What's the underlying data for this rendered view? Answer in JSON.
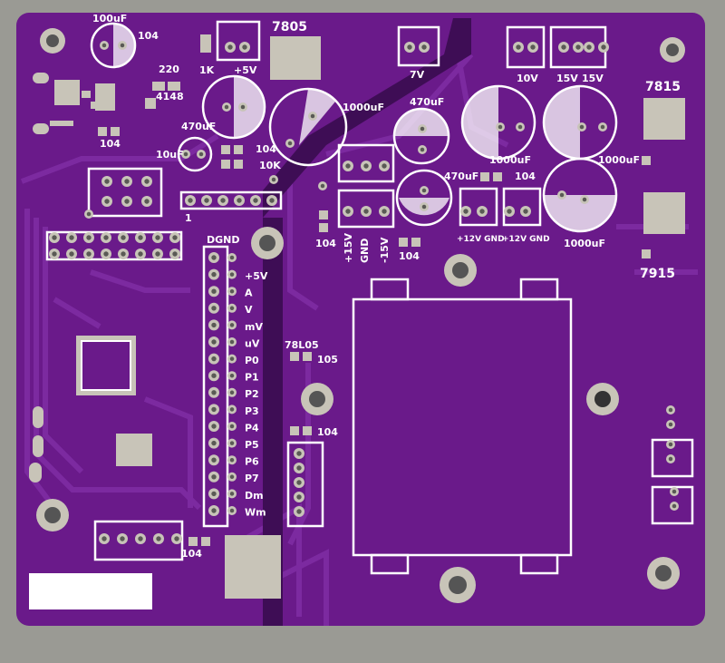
{
  "colors": {
    "background": "#9a9a94",
    "board": "#6a1a8a",
    "trace": "#7c2aa0",
    "silkscreen": "#ffffff",
    "copper": "#c8c4b8"
  },
  "silk_labels": {
    "c100uf": "100uF",
    "c104_top": "104",
    "r220": "220",
    "d4148": "4148",
    "c104_left": "104",
    "r1k": "1K",
    "plus5v_top": "+5V",
    "reg7805": "7805",
    "c470_left": "470uF",
    "c10uf": "10uF",
    "c104_mid": "104",
    "r10k": "10K",
    "c1000_left": "1000uF",
    "v7": "7V",
    "c470_mid": "470uF",
    "c470_mid2": "470uF",
    "c104_right": "104",
    "v10": "10V",
    "v15a": "15V",
    "v15b": "15V",
    "reg7815": "7815",
    "c1000_r1": "1000uF",
    "c1000_r2": "1000uF",
    "c1000_r3": "1000uF",
    "reg7915": "7915",
    "pin1": "1",
    "plus12_gnd": "+12V GND",
    "plus12_gnd2": "+12V GND",
    "p15v": "+15V",
    "gnd_v": "GND",
    "m15v": "-15V",
    "c104_v1": "104",
    "c104_v2": "104",
    "dgnd": "DGND",
    "reg78l05": "78L05",
    "c105": "105",
    "c104_low": "104",
    "c104_bottom": "104",
    "header_pins": [
      "+5V",
      "A",
      "V",
      "mV",
      "uV",
      "P0",
      "P1",
      "P2",
      "P3",
      "P4",
      "P5",
      "P6",
      "P7",
      "Dm",
      "Wm"
    ]
  }
}
